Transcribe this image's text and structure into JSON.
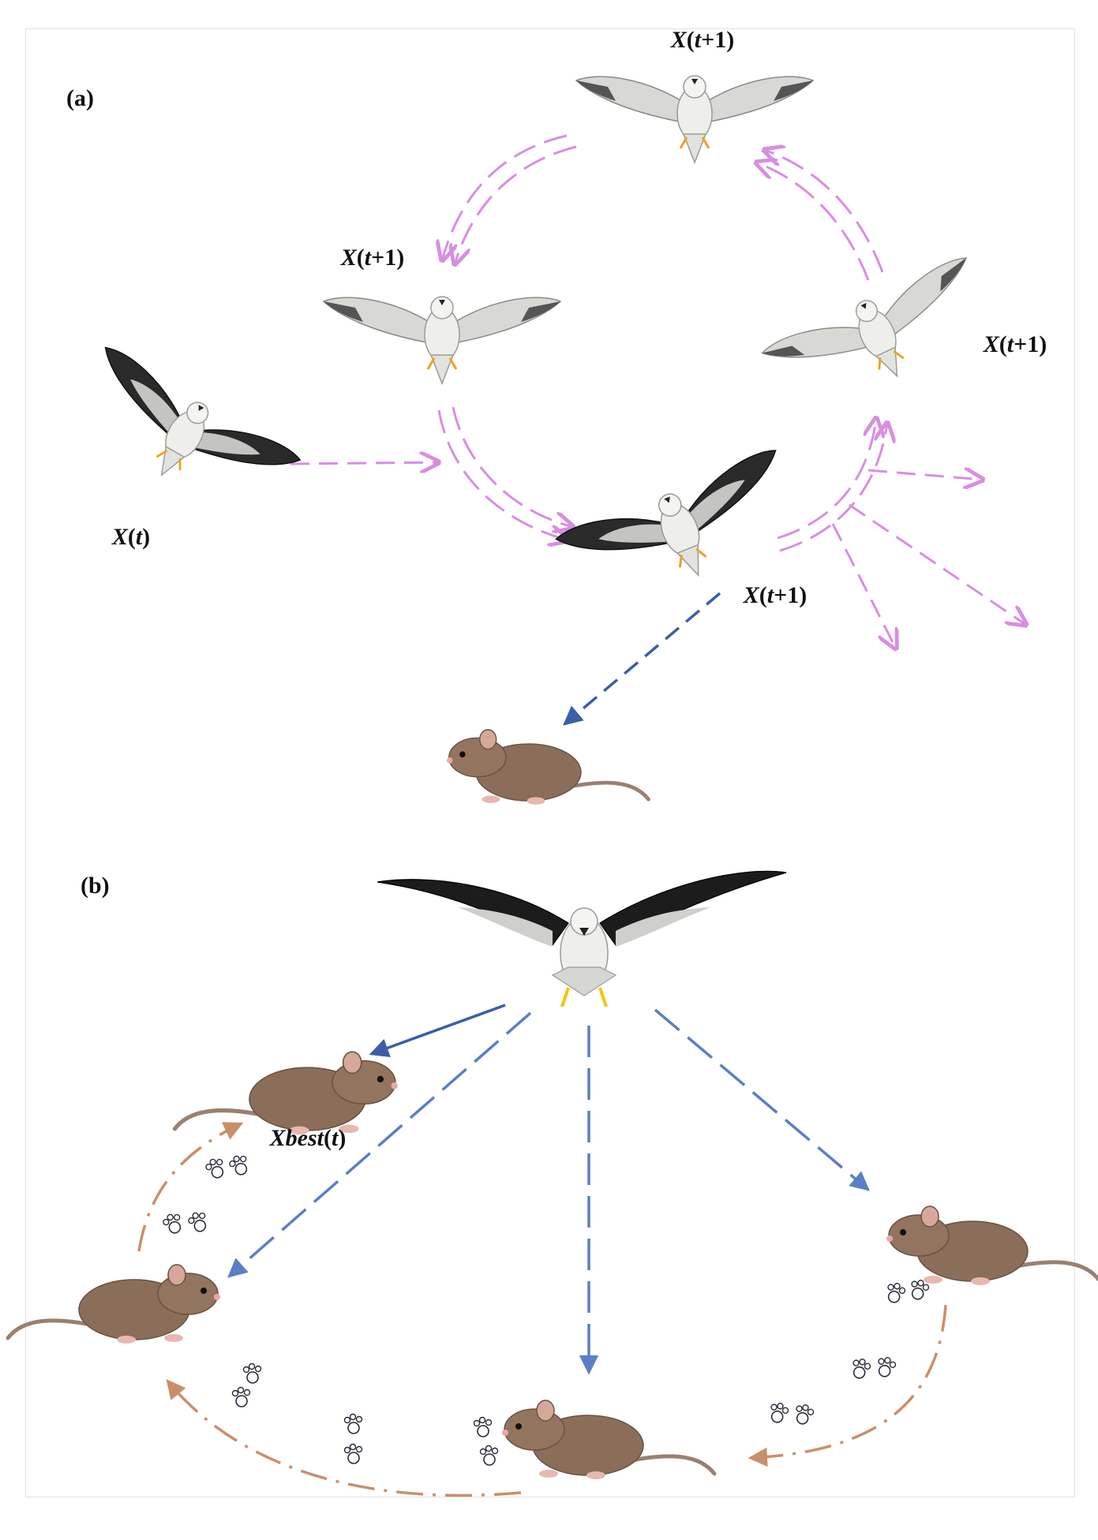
{
  "panels": {
    "a": {
      "label": "(a)"
    },
    "b": {
      "label": "(b)"
    }
  },
  "labels": {
    "xt": {
      "main": "X",
      "open": "(",
      "var": "t",
      "close": ")"
    },
    "xt1": {
      "main": "X",
      "open": "(",
      "var": "t",
      "rest": "+1)"
    },
    "xbest": {
      "main": "Xbest",
      "open": "(",
      "var": "t",
      "close": ")"
    }
  },
  "colors": {
    "bird_path": "#d88ee0",
    "attack": "#3a5ea8",
    "attack_light": "#5b7fc4",
    "rodent_path": "#c8906a",
    "rodent_fur": "#8a6e5a",
    "bird_body": "#e6e6e2",
    "wing_tip": "#1c1c1c",
    "foot": "#f0a020"
  }
}
